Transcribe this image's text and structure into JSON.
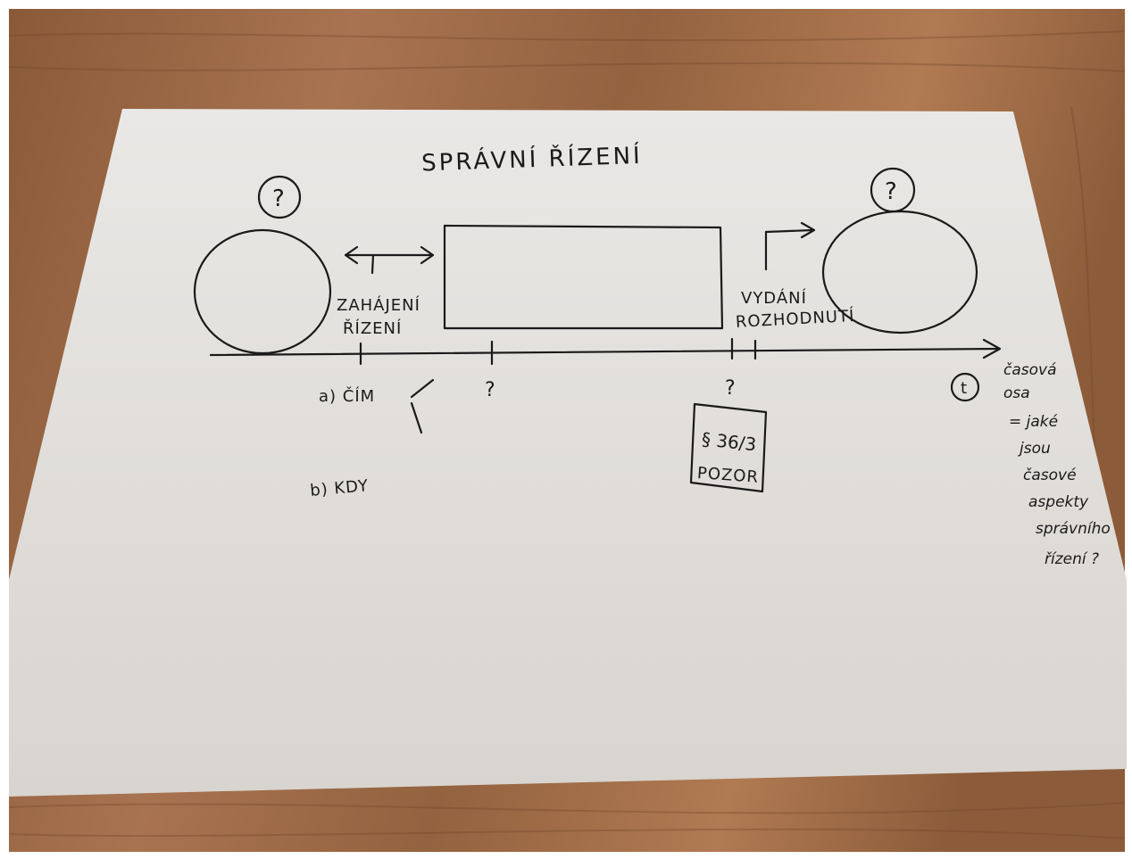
{
  "sheet": {
    "title": "SPRÁVNÍ ŘÍZENÍ",
    "left_question": "?",
    "right_question": "?",
    "label_start": [
      "ZAHÁJENÍ",
      "ŘÍZENÍ"
    ],
    "label_end": [
      "VYDÁNÍ",
      "ROZHODNUTÍ"
    ],
    "tick_mid_label": "?",
    "tick_end_label": "?",
    "item_a": "a) ČÍM",
    "item_b": "b) KDY",
    "box_note": [
      "§ 36/3",
      "POZOR"
    ],
    "axis_symbol": "t",
    "side_note": [
      "časová",
      "osa",
      "= jaké",
      "jsou",
      "časové",
      "aspekty",
      "správního",
      "řízení ?"
    ]
  },
  "colors": {
    "table_wood": "#9a6a45",
    "paper": "#e4e2de",
    "ink": "#1a1a1a"
  }
}
